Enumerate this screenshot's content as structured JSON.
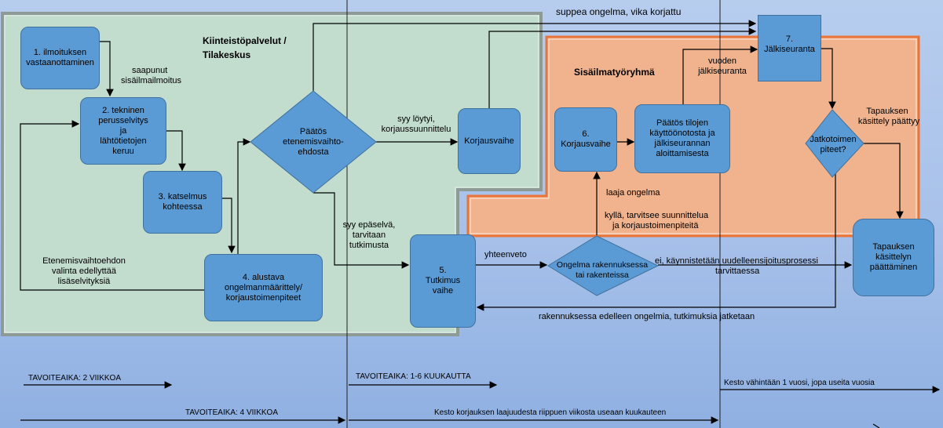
{
  "zones": {
    "green_title_1": "Kiinteistöpalvelut /",
    "green_title_2": "Tilakeskus",
    "orange_title": "Sisäilmatyöryhmä"
  },
  "boxes": {
    "b1": "1. ilmoituksen vastaanottaminen",
    "b2": "2. tekninen perusselvitys ja lähtötietojen keruu",
    "b3": "3. katselmus kohteessa",
    "b4": "4. alustava ongelmanmäärittely/ korjaustoimenpiteet",
    "b_korjaus": "Korjausvaihe",
    "b5": "5. Tutkimus vaihe",
    "b6": "6. Korjausvaihe",
    "b_paatos": "Päätös tilojen käyttöönotosta ja jälkiseurannan aloittamisesta",
    "b7_num": "7.",
    "b7": "Jälkiseuranta",
    "b_end": "Tapauksen käsittelyn päättäminen"
  },
  "diamonds": {
    "d1_line1": "Päätös",
    "d1_line2": "etenemisvaihto-",
    "d1_line3": "ehdosta",
    "d2_line1": "Ongelma rakennuksessa",
    "d2_line2": "tai rakenteissa",
    "d3_line1": "Jatkotoimen",
    "d3_line2": "piteet?"
  },
  "edge_labels": {
    "saapunut_1": "saapunut",
    "saapunut_2": "sisäilmailmoitus",
    "suppea": "suppea ongelma, vika korjattu",
    "syy_loytyi_1": "syy löytyi,",
    "syy_loytyi_2": "korjaussuunnittelu",
    "vuoden_1": "vuoden",
    "vuoden_2": "jälkiseuranta",
    "tapauksen_1": "Tapauksen",
    "tapauksen_2": "käsittely päättyy",
    "laaja": "laaja ongelma",
    "kylla_1": "kyllä, tarvitsee suunnittelua",
    "kylla_2": "ja korjaustoimenpiteitä",
    "syy_epaselva_1": "syy epäselvä,",
    "syy_epaselva_2": "tarvitaan",
    "syy_epaselva_3": "tutkimusta",
    "eten_1": "Etenemisvaihtoehdon",
    "eten_2": "valinta edellyttää",
    "eten_3": "lisäselvityksiä",
    "yhteenveto": "yhteenveto",
    "ei_1": "ei, käynnistetään uudelleensijoitusprosessi",
    "ei_2": "tarvittaessa",
    "edelleen": "rakennuksessa edelleen ongelmia, tutkimuksia jatketaan"
  },
  "timeline": {
    "t1": "TAVOITEAIKA: 2 VIIKKOA",
    "t2": "TAVOITEAIKA: 1-6 KUUKAUTTA",
    "t3": "Kesto vähintään 1 vuosi, jopa useita vuosia",
    "t4": "TAVOITEAIKA: 4 VIIKKOA",
    "t5": "Kesto korjauksen laajuudesta riippuen viikosta useaan kuukauteen"
  },
  "colors": {
    "box": "#5b9bd5",
    "green_zone": "#c2dccd",
    "orange_zone": "#f0b38e",
    "orange_border": "#e9743a"
  }
}
